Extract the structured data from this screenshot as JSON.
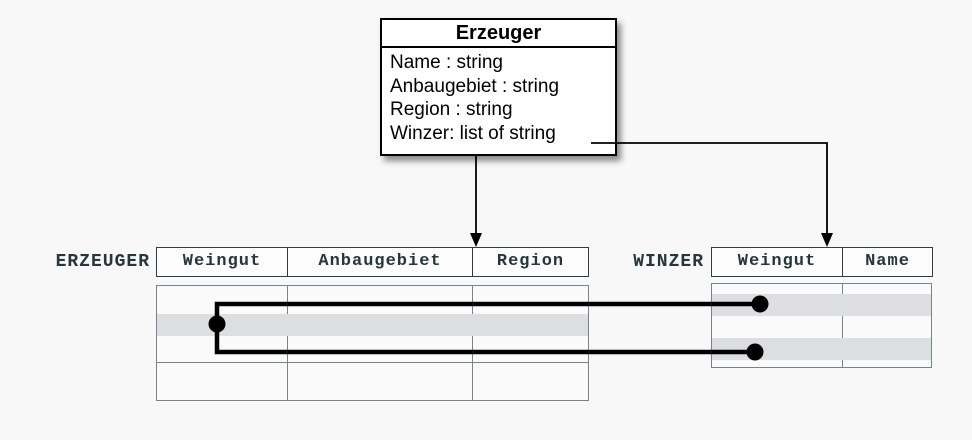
{
  "class_box": {
    "title": "Erzeuger",
    "attributes": [
      "Name : string",
      "Anbaugebiet : string",
      "Region : string",
      "Winzer: list of string"
    ]
  },
  "erzeuger_table": {
    "label": "ERZEUGER",
    "columns": [
      "Weingut",
      "Anbaugebiet",
      "Region"
    ]
  },
  "winzer_table": {
    "label": "WINZER",
    "columns": [
      "Weingut",
      "Name"
    ]
  },
  "colors": {
    "background": "#f8f8f8",
    "row_highlight": "#dcdee2",
    "table_text": "#27363d",
    "header_border": "#2f3e44",
    "body_border": "#76858b",
    "connector": "#000000"
  }
}
